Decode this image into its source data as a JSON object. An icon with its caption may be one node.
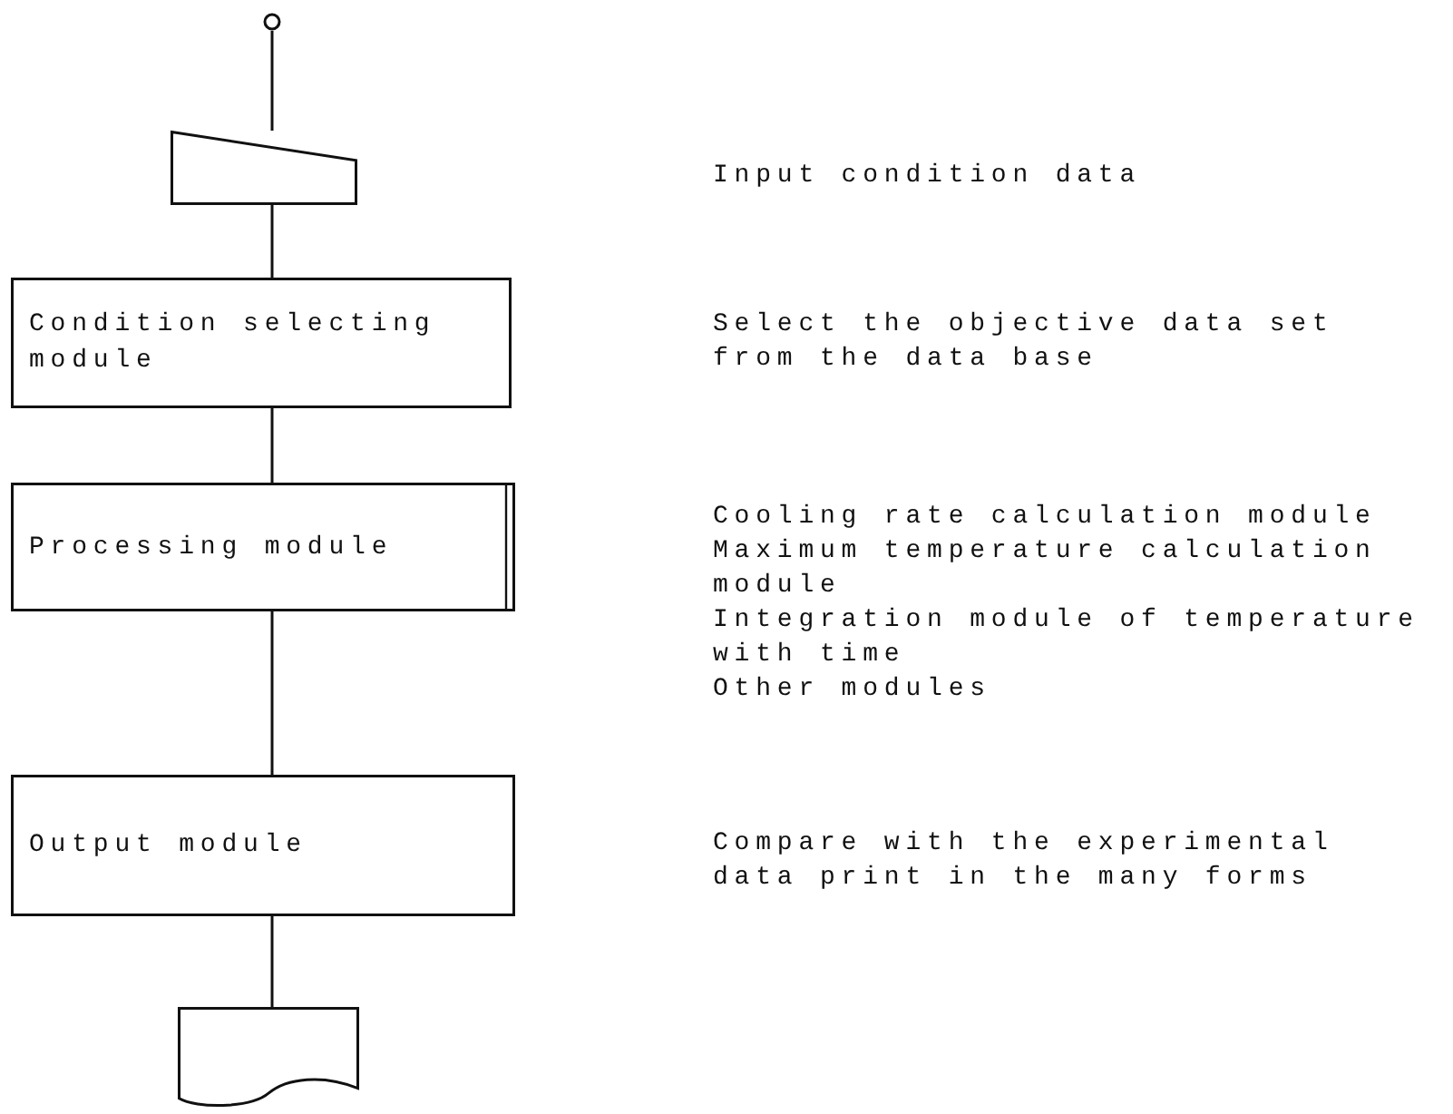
{
  "diagram": {
    "nodes": [
      {
        "text": [],
        "shape": "circle"
      },
      {
        "text": [],
        "shape": "trapezoid"
      },
      {
        "text": [
          "Condition selecting module"
        ]
      },
      {
        "text": [
          "Processing module"
        ]
      },
      {
        "text": [
          "Output module"
        ]
      },
      {
        "text": [],
        "shape": "document"
      }
    ],
    "edges": [
      {
        "from": 0,
        "to": 1,
        "arrow": "none"
      },
      {
        "from": 1,
        "to": 2,
        "arrow": "none"
      },
      {
        "from": 2,
        "to": 3,
        "arrow": "none"
      },
      {
        "from": 3,
        "to": 4,
        "arrow": "none"
      },
      {
        "from": 4,
        "to": 5,
        "arrow": "none"
      }
    ],
    "labels": [
      "Input condition data",
      "Select the objective data set from the data base",
      "Cooling rate calculation module",
      "Maximum temperature calculation module",
      "Integration module of temperature with time",
      "Other modules",
      "Compare with the experimental data print in the many forms"
    ]
  }
}
